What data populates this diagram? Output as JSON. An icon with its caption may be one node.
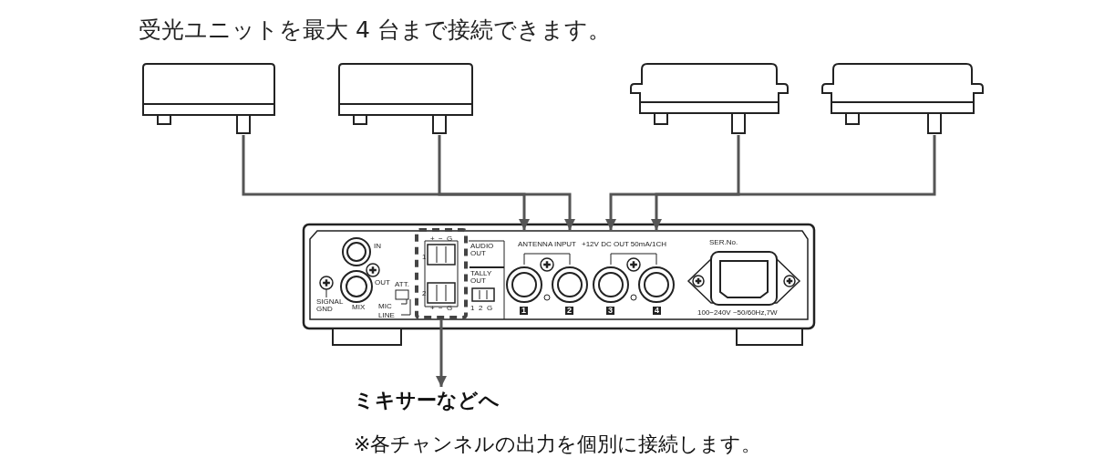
{
  "diagram": {
    "title": "受光ユニットを最大 4 台まで接続できます。",
    "nodes": [
      {
        "text": [],
        "shape": "box"
      },
      {
        "text": [],
        "shape": "box"
      },
      {
        "text": [],
        "shape": "box"
      },
      {
        "text": [],
        "shape": "box"
      },
      {
        "text": [],
        "shape": "circle"
      },
      {
        "text": [],
        "shape": "circle"
      },
      {
        "text": [],
        "shape": "circle"
      },
      {
        "text": [],
        "shape": "circle"
      },
      {
        "text": [],
        "shape": "box"
      },
      {
        "text": [
          "ミキサーなどへ"
        ],
        "beside": [
          "※各チャンネルの出力を個別に接続します。"
        ]
      }
    ],
    "edges": [
      {
        "from": 0,
        "to": 4,
        "arrow": "to"
      },
      {
        "from": 1,
        "to": 5,
        "arrow": "to"
      },
      {
        "from": 2,
        "to": 6,
        "arrow": "to"
      },
      {
        "from": 3,
        "to": 7,
        "arrow": "to"
      },
      {
        "from": 8,
        "to": 9,
        "arrow": "to"
      }
    ],
    "labels": [
      "IN",
      "OUT",
      "MIX",
      "SIGNAL GND",
      "ATT.",
      "MIC",
      "LINE",
      "+",
      "−",
      "G",
      "1",
      "2",
      "+",
      "−",
      "G",
      "AUDIO OUT",
      "TALLY OUT",
      "1",
      "2",
      "G",
      "ANTENNA INPUT",
      "+12V DC OUT 50mA/1CH",
      "1",
      "2",
      "3",
      "4",
      "SER.No.",
      "100−240V ~50/60Hz,7W"
    ]
  }
}
